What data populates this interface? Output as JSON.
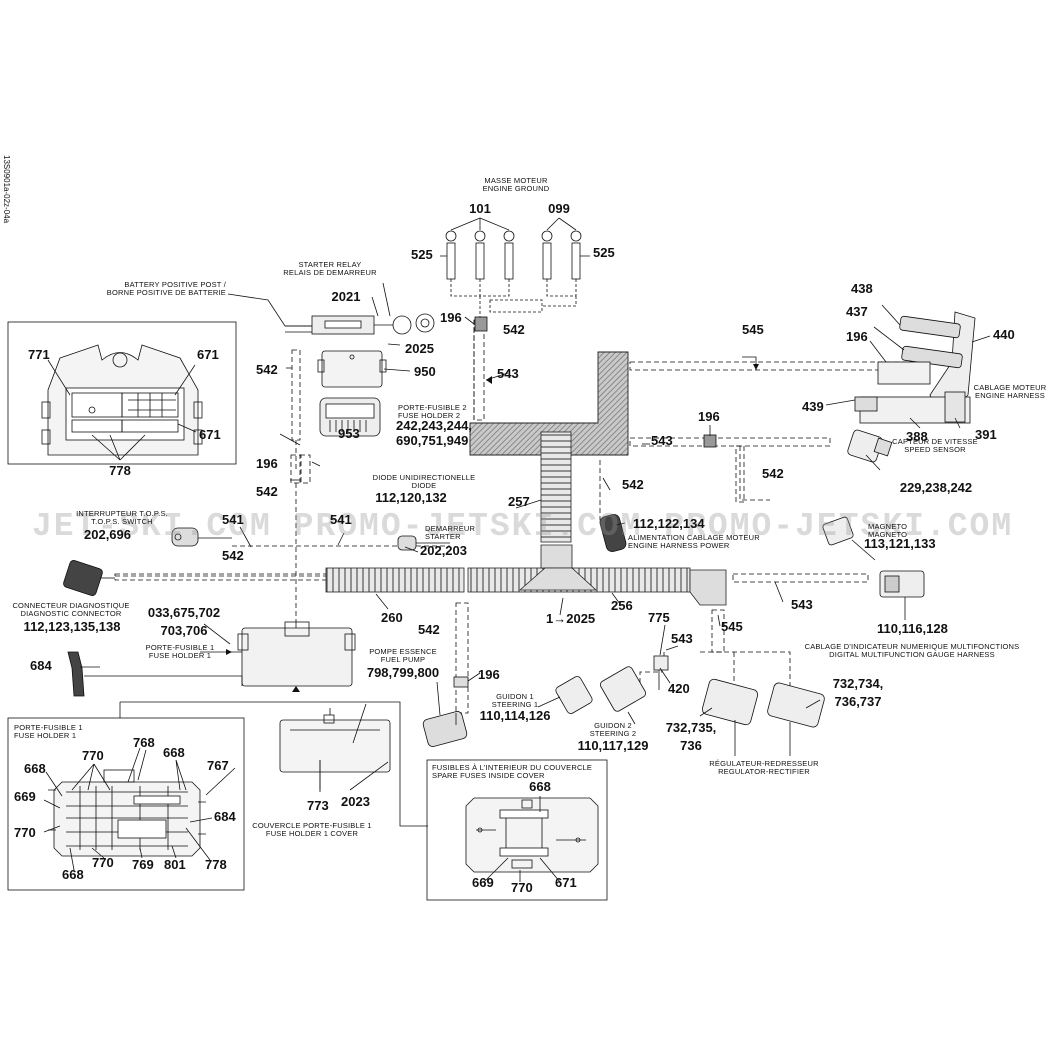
{
  "drawing_id": "13S0901a-02z-04a",
  "watermark": "JET-SKI.COM  PROMO-JETSKI.COM  PROMO-JETSKI.COM",
  "labels": {
    "engine_ground": [
      "MASSE MOTEUR",
      "ENGINE GROUND"
    ],
    "starter_relay": [
      "STARTER RELAY",
      "RELAIS DE DEMARREUR"
    ],
    "battery_post": [
      "BATTERY POSITIVE POST /",
      "BORNE POSITIVE DE BATTERIE"
    ],
    "fuse_holder_2": [
      "PORTE-FUSIBLE 2",
      "FUSE HOLDER 2"
    ],
    "diode": [
      "DIODE UNIDIRECTIONELLE",
      "DIODE"
    ],
    "tops_switch": [
      "INTERRUPTEUR T.O.P.S.",
      "T.O.P.S. SWITCH"
    ],
    "starter": [
      "DEMARREUR",
      "STARTER"
    ],
    "diag_connector": [
      "CONNECTEUR DIAGNOSTIQUE",
      "DIAGNOSTIC CONNECTOR"
    ],
    "fuse_holder_1": [
      "PORTE-FUSIBLE 1",
      "FUSE HOLDER 1"
    ],
    "fuel_pump": [
      "POMPE ESSENCE",
      "FUEL PUMP"
    ],
    "steering_1": [
      "GUIDON 1",
      "STEERING 1"
    ],
    "steering_2": [
      "GUIDON 2",
      "STEERING 2"
    ],
    "fuse_holder_1_cover": [
      "COUVERCLE PORTE-FUSIBLE 1",
      "FUSE HOLDER 1 COVER"
    ],
    "spare_fuses": [
      "FUSIBLES À L'INTERIEUR DU COUVERCLE",
      "SPARE FUSES INSIDE COVER"
    ],
    "engine_harness": [
      "CABLAGE MOTEUR",
      "ENGINE HARNESS"
    ],
    "speed_sensor": [
      "CAPTEUR DE VITESSE",
      "SPEED SENSOR"
    ],
    "magneto": [
      "MAGNETO",
      "MAGNETO"
    ],
    "harness_power": [
      "ALIMENTATION CABLAGE MOTEUR",
      "ENGINE HARNESS POWER"
    ],
    "gauge_harness": [
      "CABLAGE D'INDICATEUR NUMERIQUE MULTIFONCTIONS",
      "DIGITAL MULTIFUNCTION GAUGE HARNESS"
    ],
    "regulator": [
      "RÉGULATEUR-REDRESSEUR",
      "REGULATOR-RECTIFIER"
    ]
  },
  "callouts": {
    "c101": "101",
    "c099": "099",
    "c525a": "525",
    "c525b": "525",
    "c2021": "2021",
    "c196a": "196",
    "c542a": "542",
    "c2025": "2025",
    "c950": "950",
    "c542b": "542",
    "c543a": "543",
    "c545a": "545",
    "c438": "438",
    "c437": "437",
    "c196b": "196",
    "c440": "440",
    "c439": "439",
    "c388": "388",
    "c391": "391",
    "c196c": "196",
    "c543b": "543",
    "c542c": "542",
    "c542d": "542",
    "fh2_parts_1": "242,243,244,",
    "fh2_parts_2": "690,751,949",
    "c953": "953",
    "c196d": "196",
    "c542e": "542",
    "diode_parts": "112,120,132",
    "c257": "257",
    "speed_parts": "229,238,242",
    "c541a": "541",
    "c541b": "541",
    "tops_parts": "202,696",
    "c542f": "542",
    "starter_parts": "202,203",
    "hp_parts": "112,122,134",
    "magneto_parts": "113,121,133",
    "diag_parts": "112,123,135,138",
    "c260": "260",
    "c256": "256",
    "c543c": "543",
    "gauge_parts": "110,116,128",
    "fh1_parts_1": "033,675,702",
    "fh1_parts_2": "703,706",
    "arrow_2025": "1→2025",
    "c775": "775",
    "c542g": "542",
    "c543d": "543",
    "c545b": "545",
    "c684a": "684",
    "c196e": "196",
    "pump_parts": "798,799,800",
    "c420": "420",
    "steer1_parts": "110,114,126",
    "steer2_parts": "110,117,129",
    "reg_a_1": "732,735,",
    "reg_a_2": "736",
    "reg_b_1": "732,734,",
    "reg_b_2": "736,737",
    "c773": "773",
    "c2023": "2023",
    "i771": "771",
    "i671a": "671",
    "i671b": "671",
    "i778": "778",
    "f770a": "770",
    "f768": "768",
    "f668a": "668",
    "f668b": "668",
    "f767": "767",
    "f669": "669",
    "f684": "684",
    "f770b": "770",
    "f668c": "668",
    "f770c": "770",
    "f769": "769",
    "f801": "801",
    "f778": "778",
    "s668": "668",
    "s669": "669",
    "s770": "770",
    "s671": "671"
  },
  "colors": {
    "ink": "#111111",
    "hatch": "#8a8a8a",
    "watermark": "#a0a0a0"
  }
}
